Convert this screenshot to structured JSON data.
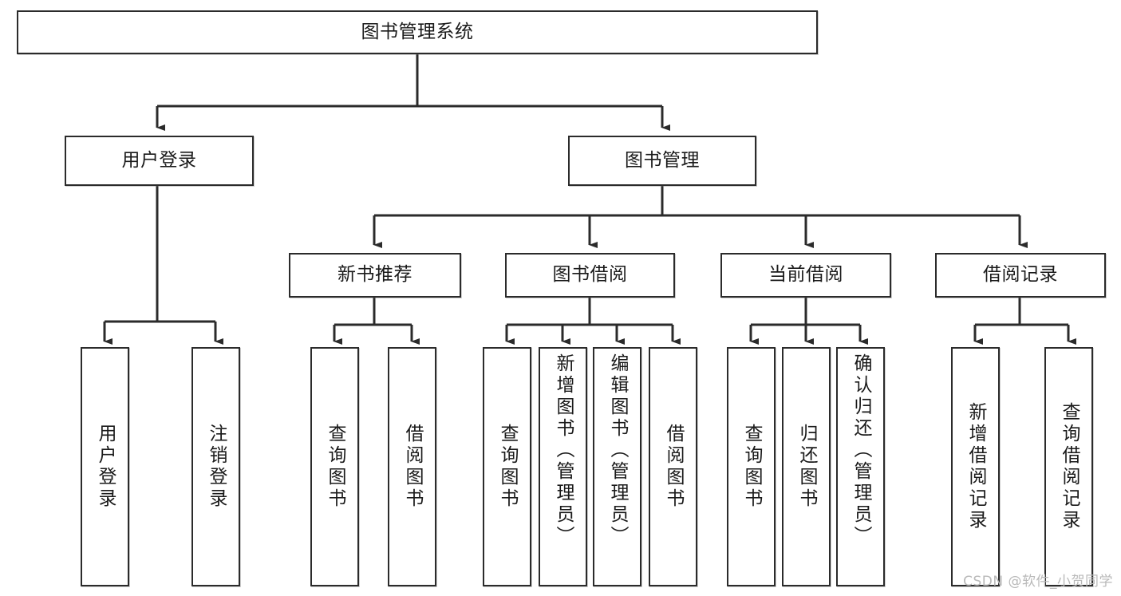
{
  "diagram": {
    "title": "图书管理系统",
    "watermark": "CSDN @软件_小贺同学",
    "colors": {
      "stroke": "#2b2b2b",
      "fill": "#ffffff",
      "text": "#1a1a1a",
      "watermark": "#b9b9b9"
    },
    "nodes": {
      "root": "图书管理系统",
      "user_login": "用户登录",
      "book_manage": "图书管理",
      "new_book_rec": "新书推荐",
      "book_borrow": "图书借阅",
      "current_borrow": "当前借阅",
      "borrow_record": "借阅记录",
      "leaf_user_login": "用户登录",
      "leaf_logout": "注销登录",
      "leaf_query_book_a": "查询图书",
      "leaf_borrow_book_a": "借阅图书",
      "leaf_query_book_b": "查询图书",
      "leaf_add_book_admin": "新增图书（管理员）",
      "leaf_edit_book_admin": "编辑图书（管理员）",
      "leaf_borrow_book_b": "借阅图书",
      "leaf_query_book_c": "查询图书",
      "leaf_return_book": "归还图书",
      "leaf_confirm_return_admin": "确认归还（管理员）",
      "leaf_add_record": "新增借阅记录",
      "leaf_query_record": "查询借阅记录"
    }
  }
}
